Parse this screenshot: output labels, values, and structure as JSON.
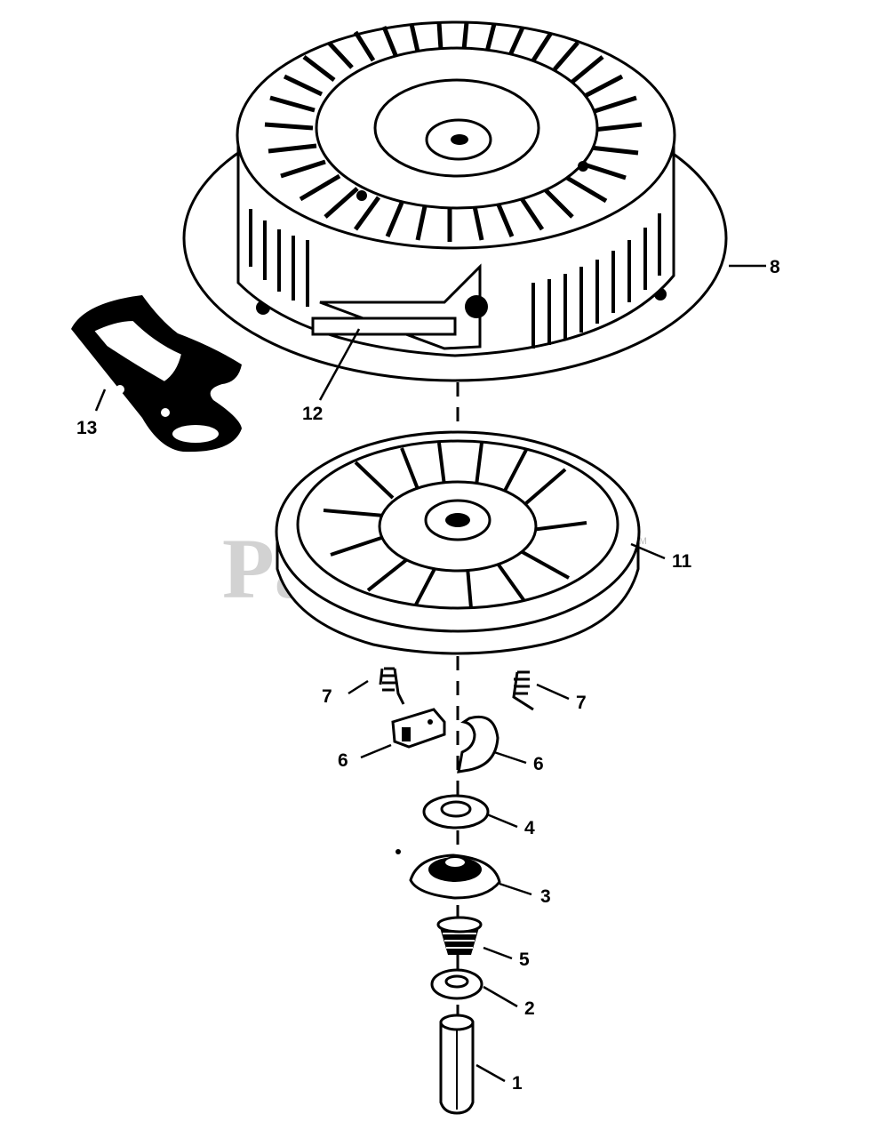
{
  "watermark": {
    "text": "PartsTree",
    "trademark": "TM"
  },
  "callouts": [
    {
      "id": "callout-1",
      "text": "1"
    },
    {
      "id": "callout-2",
      "text": "2"
    },
    {
      "id": "callout-3",
      "text": "3"
    },
    {
      "id": "callout-4",
      "text": "4"
    },
    {
      "id": "callout-5",
      "text": "5"
    },
    {
      "id": "callout-6-left",
      "text": "6"
    },
    {
      "id": "callout-6-right",
      "text": "6"
    },
    {
      "id": "callout-7-left",
      "text": "7"
    },
    {
      "id": "callout-7-right",
      "text": "7"
    },
    {
      "id": "callout-8",
      "text": "8"
    },
    {
      "id": "callout-11",
      "text": "11"
    },
    {
      "id": "callout-12",
      "text": "12"
    },
    {
      "id": "callout-13",
      "text": "13"
    }
  ],
  "parts": {
    "starter_housing": "11",
    "decal": "12",
    "starter_handle": "13",
    "pulley": "8",
    "spring": "7",
    "pawl": "6",
    "washer": "4",
    "cam": "3",
    "retainer_spring": "5",
    "flat_washer": "2",
    "pin": "1"
  }
}
